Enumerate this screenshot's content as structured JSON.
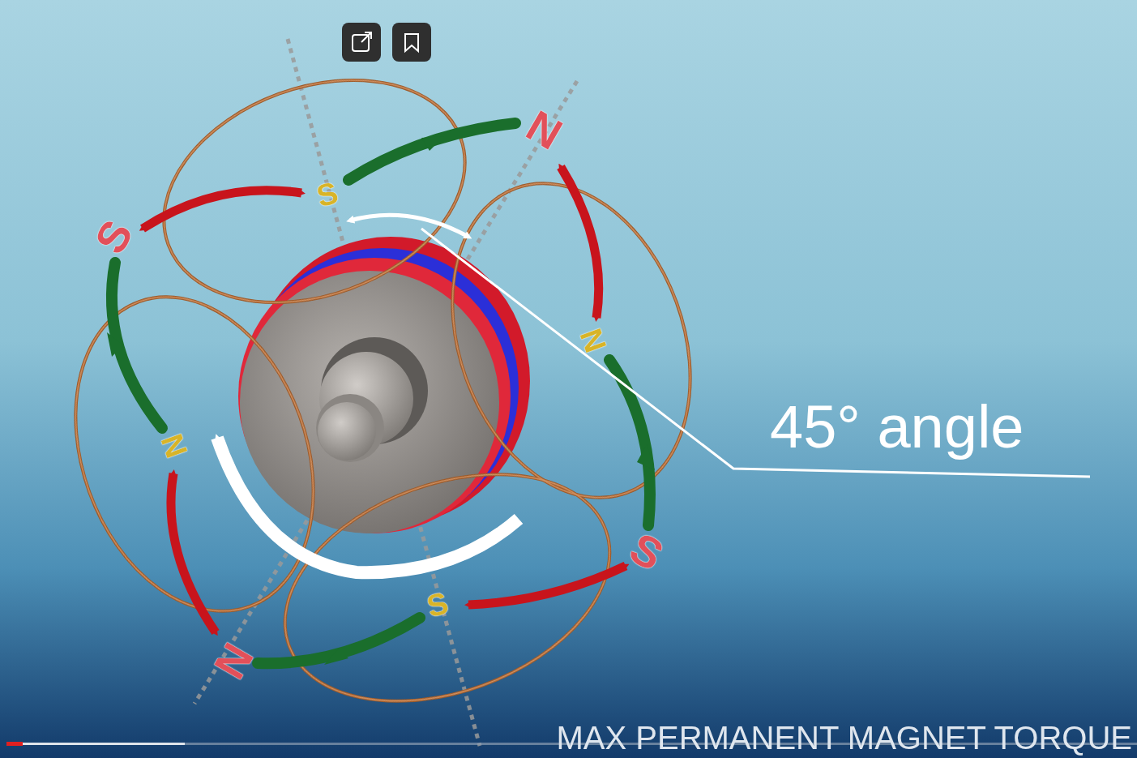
{
  "diagram": {
    "labels": [
      "N",
      "S",
      "S",
      "N",
      "45° angle",
      "N",
      "S",
      "S",
      "N",
      "MAX PERMANENT MAGNET TORQUE"
    ]
  }
}
